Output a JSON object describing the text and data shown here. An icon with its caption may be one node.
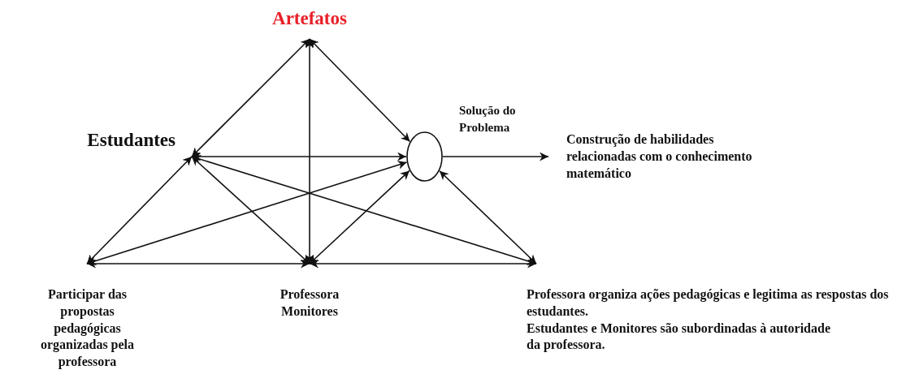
{
  "diagram": {
    "nodes": [
      {
        "text": [
          "Artefatos"
        ]
      },
      {
        "text": [
          "Estudantes"
        ]
      },
      {
        "text": [
          "Solução do Problema"
        ]
      },
      {
        "text": [
          "Construção de habilidades relacionadas com o conhecimento matemático"
        ]
      },
      {
        "text": [
          "Participar das propostas pedagógicas organizadas pela professora"
        ]
      },
      {
        "text": [
          "Professora",
          "Monitores"
        ]
      },
      {
        "text": [
          "Professora organiza ações pedagógicas e legitima as respostas dos estudantes.",
          "Estudantes e Monitores são subordinadas à autoridade da professora."
        ]
      }
    ],
    "edges": [
      {
        "from": 0,
        "to": 1,
        "arrow": "both"
      },
      {
        "from": 0,
        "to": 5,
        "arrow": "both"
      },
      {
        "from": 0,
        "to": 2,
        "arrow": "both"
      },
      {
        "from": 1,
        "to": 2,
        "arrow": "both"
      },
      {
        "from": 1,
        "to": 4,
        "arrow": "both"
      },
      {
        "from": 1,
        "to": 5,
        "arrow": "both"
      },
      {
        "from": 1,
        "to": 6,
        "arrow": "both"
      },
      {
        "from": 4,
        "to": 2,
        "arrow": "both"
      },
      {
        "from": 4,
        "to": 5,
        "arrow": "both"
      },
      {
        "from": 5,
        "to": 2,
        "arrow": "both"
      },
      {
        "from": 5,
        "to": 6,
        "arrow": "both"
      },
      {
        "from": 2,
        "to": 6,
        "arrow": "both"
      },
      {
        "from": 2,
        "to": 3,
        "arrow": "to"
      }
    ]
  }
}
